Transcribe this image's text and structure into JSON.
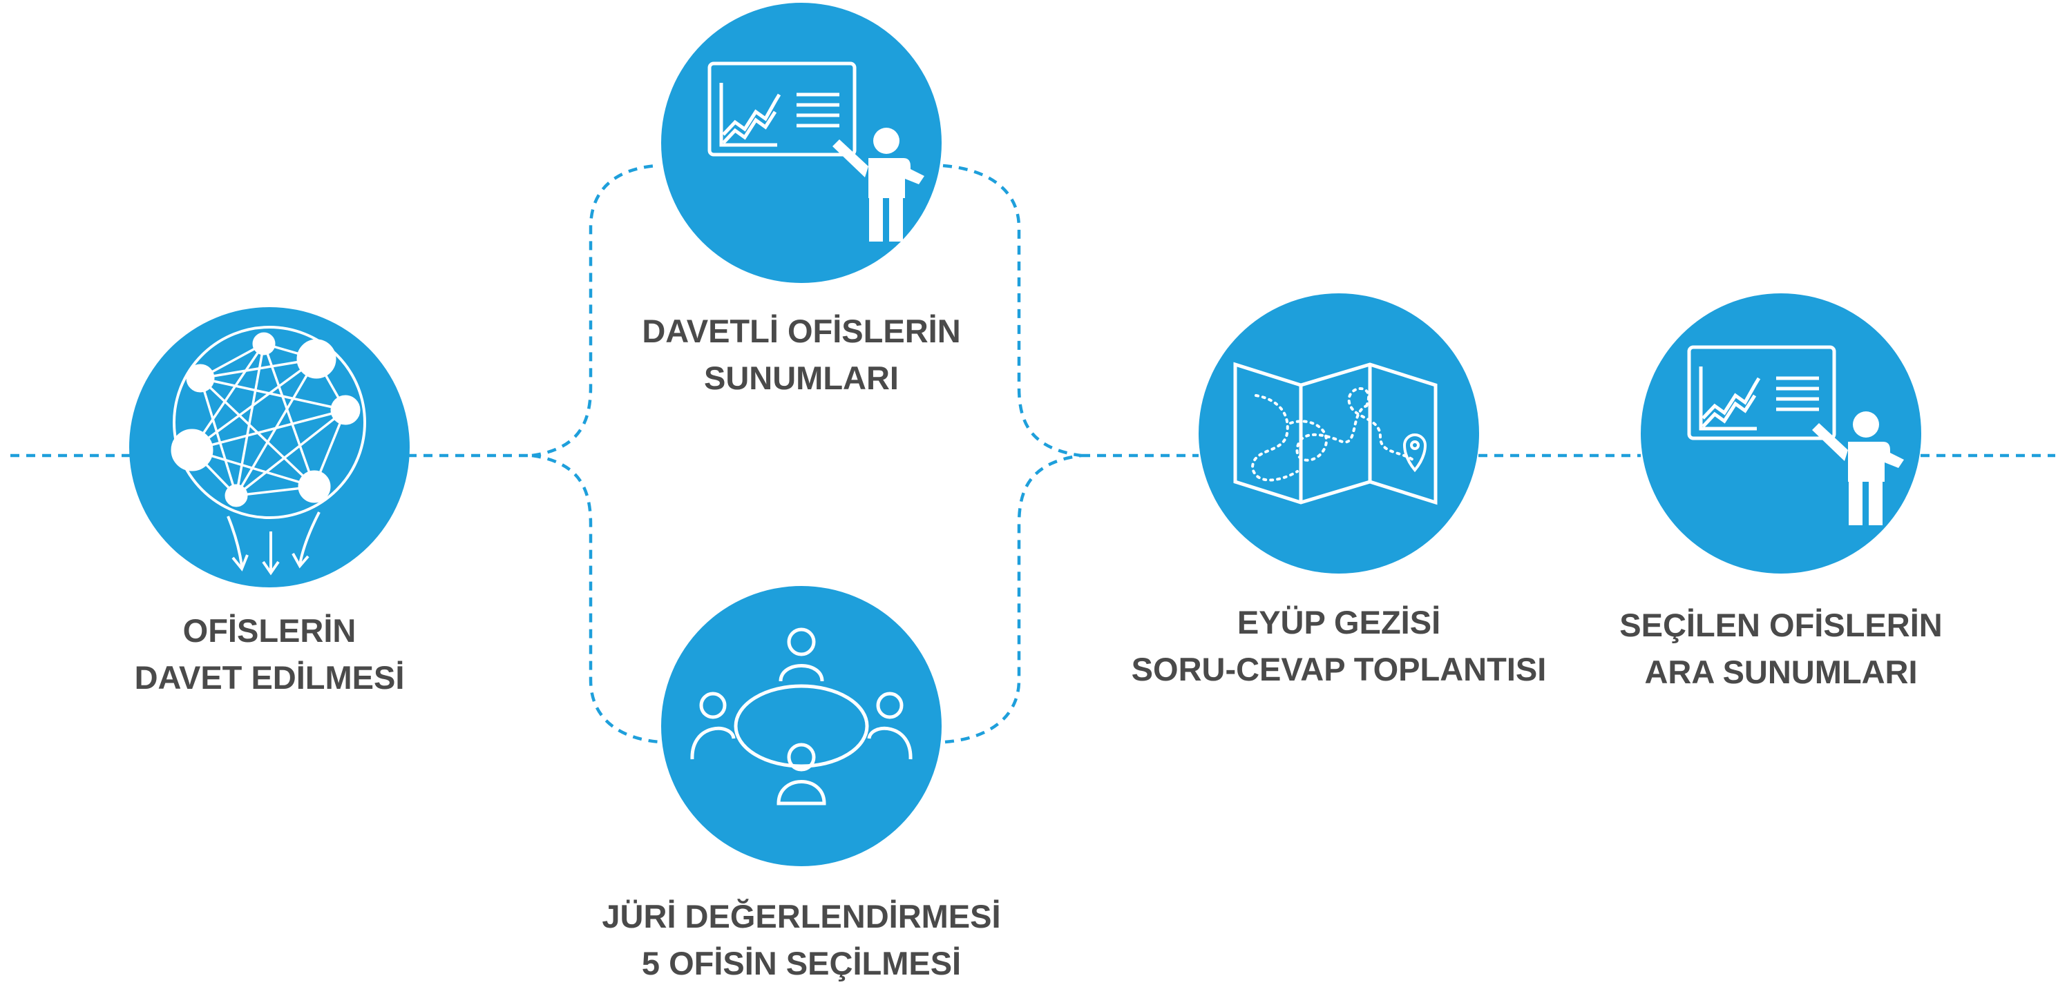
{
  "colors": {
    "accent": "#1e9fdb",
    "icon": "#ffffff",
    "text": "#4a4a4a",
    "connector": "#1e9fdb"
  },
  "steps": [
    {
      "id": "invite",
      "icon": "network-icon",
      "lines": [
        "OFİSLERİN",
        "DAVET EDİLMESİ"
      ]
    },
    {
      "id": "present",
      "icon": "presentation-icon",
      "lines": [
        "DAVETLİ OFİSLERİN",
        "SUNUMLARI"
      ]
    },
    {
      "id": "jury",
      "icon": "meeting-table-icon",
      "lines": [
        "JÜRİ DEĞERLENDİRMESİ",
        "5 OFİSİN SEÇİLMESİ"
      ]
    },
    {
      "id": "trip",
      "icon": "map-icon",
      "lines": [
        "EYÜP GEZİSİ",
        "SORU-CEVAP TOPLANTISI"
      ]
    },
    {
      "id": "interim",
      "icon": "presentation-icon",
      "lines": [
        "SEÇİLEN OFİSLERİN",
        "ARA SUNUMLARI"
      ]
    }
  ]
}
